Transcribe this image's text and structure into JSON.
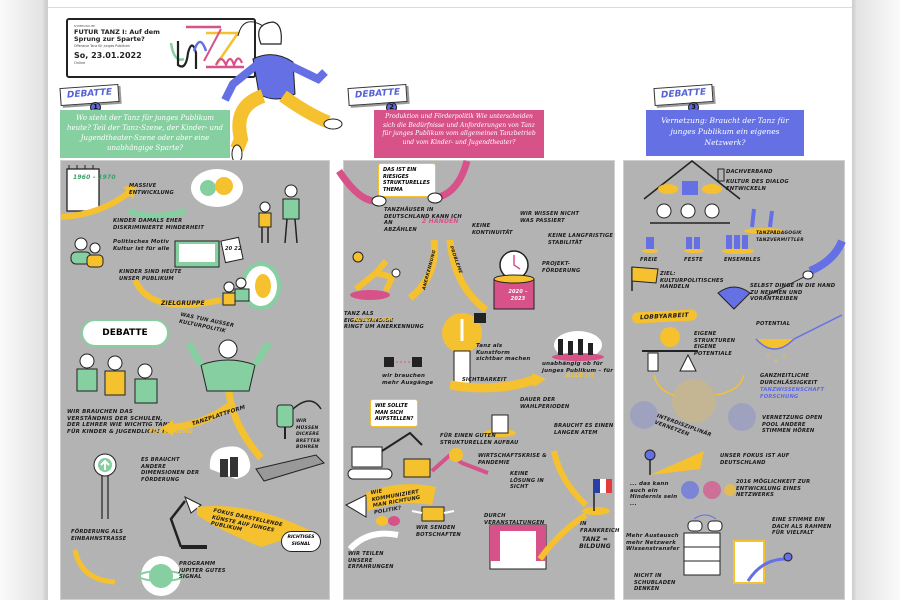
{
  "viewer": {
    "document_type": "graphic recording"
  },
  "event": {
    "kicker": "SYMPOSIUM",
    "title": "FUTUR TANZ I: Auf dem Sprung zur Sparte?",
    "subtitle": "Offensive Tanz für junges Publikum",
    "date": "So, 23.01.2022",
    "format": "Online"
  },
  "debates": [
    {
      "tag": "DEBATTE",
      "number": "1",
      "color": "#86cfa0",
      "question": "Wo steht der Tanz für junges Publikum heute? Teil der Tanz-Szene, der Kinder- und Jugendtheater-Szene oder aber eine unabhängige Sparte?"
    },
    {
      "tag": "DEBATTE",
      "number": "2",
      "color": "#d8528a",
      "question": "Produktion und Förderpolitik Wie unterscheiden sich die Bedürfnisse und Anforderungen von Tanz für junges Publikum vom allgemeinen Tanzbetrieb und vom Kinder- und Jugendtheater?"
    },
    {
      "tag": "DEBATTE",
      "number": "3",
      "color": "#6470e4",
      "question": "Vernetzung: Braucht der Tanz für junges Publikum ein eigenes Netzwerk?"
    }
  ],
  "column1": {
    "calendar_years": "1960 – 1970",
    "massive": "Massive Entwicklung",
    "kinder_damals": "Kinder damals eher diskriminierte Minderheit",
    "politisches_motiv": "Politisches Motiv Kultur ist für alle",
    "calendar_2022": "20 22",
    "kinder_heute": "Kinder sind heute unser Publikum",
    "zielgruppe": "Zielgruppe",
    "debatte_cloud": "DEBATTE",
    "was_tun": "Was tun außer Kulturpolitik",
    "verstaendnis": "Wir brauchen das Verständnis der Schulen, der Lehrer wie wichtig Tanz für Kinder & Jugendliche ist.",
    "tanzplattform": "Tanzplattform",
    "bretter": "Wir müssen dickere Bretter bohren",
    "foerderung": "Förderung",
    "dimensionen": "Es braucht andere Dimensionen der Förderung",
    "fokus": "Fokus darstellende Künste auf junges Publikum",
    "signal": "Richtiges Signal",
    "einbahnstrasse": "Förderung als Einbahnstraße",
    "jupiter": "Programm Jupiter gutes Signal"
  },
  "column2": {
    "riesiges_thema": "Das ist ein riesiges strukturelles Thema",
    "tanzhaeuser": "Tanzhäuser in Deutschland kann ich an",
    "zwei_haenden": "2 Händen",
    "abzaehlen": "abzählen",
    "anerkennung_arrow": "Anerkennung",
    "probleme_arrow": "Probleme",
    "keine_kontinuitaet": "Keine Kontinuität",
    "wir_wissen": "Wir wissen nicht was passiert",
    "keine_stabilitaet": "Keine langfristige Stabilität",
    "projektfoerderung": "Projekt-Förderung",
    "pot_years": "2020 – 2023",
    "eigenstaendig": "Tanz als eigenständige",
    "kunstform": "Kunstform",
    "ringt": "ringt um Anerkennung",
    "sichtbar": "Tanz als Kunstform sichtbar machen",
    "ausgaenge": "wir brauchen mehr Ausgänge",
    "sichtbarkeit": "Sichtbarkeit",
    "unabhaengig": "unabhängig ob für junges Publikum – für",
    "alle": "ALLE !!!",
    "aufstellen": "Wie sollte man sich aufstellen?",
    "wahlperioden": "Dauer der Wahlperioden",
    "langer_atem": "Braucht es einen langen Atem",
    "aufbau": "Für einen guten strukturellen Aufbau",
    "krise": "Wirtschaftskrise & Pandemie",
    "keine_loesung": "Keine Lösung in Sicht",
    "kommuniziert": "Wie kommuniziert man richtung Politik?",
    "botschaften": "Wir senden Botschaften",
    "veranstaltungen": "Durch Veranstaltungen",
    "erfahrungen": "Wir teilen unsere Erfahrungen",
    "frankreich": "In Frankreich",
    "tanz_bildung": "Tanz = Bildung"
  },
  "column3": {
    "dachverband": "Dachverband",
    "dialog": "Kultur des Dialog entwickeln",
    "freie": "Freie",
    "feste": "Feste",
    "ensembles": "Ensembles",
    "tanzpaedagogik": "Tanzpädagogik Tanzvermittler",
    "ziel": "Ziel: kulturpolitisches Handeln",
    "selbst": "Selbst Dinge in die Hand zu nehmen und vorantreiben",
    "lobbyarbeit": "Lobbyarbeit",
    "eigene": "Eigene Strukturen eigene Potentiale",
    "potential": "Potential",
    "ganzheitlich": "Ganzheitliche Durchlässigkeit",
    "tanzwissenschaft": "Tanzwissenschaft Forschung",
    "interdisziplinaer": "Interdisziplinär vernetzen",
    "vernetzung": "Vernetzung open pool andere Stimmen hören",
    "fokus_de": "Unser Fokus ist auf Deutschland",
    "hindernis": "... das kann auch ein Hindernis sein ...",
    "moeglichkeit": "2016 Möglichkeit zur Entwicklung eines Netzwerks",
    "austausch": "Mehr Austausch mehr Netzwerk Wissenstransfer",
    "schubladen": "Nicht in Schubladen denken",
    "stimme": "Eine Stimme ein Dach als Rahmen für Vielfalt"
  },
  "colors": {
    "green": "#86cfa0",
    "pink": "#d8528a",
    "blue": "#6470e4",
    "yellow": "#f6c12f",
    "panel": "#b3b3b3"
  }
}
